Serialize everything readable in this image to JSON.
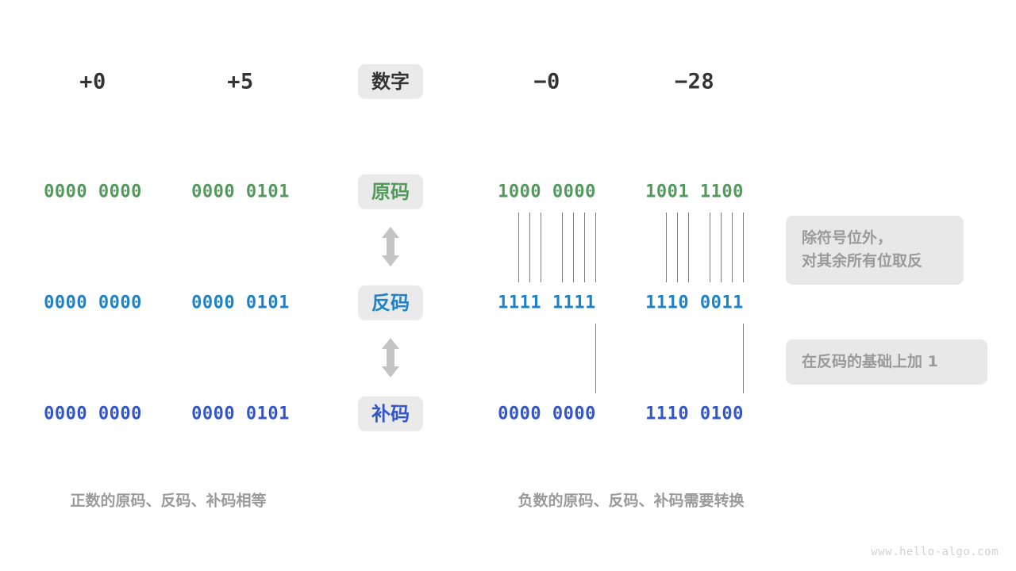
{
  "page": {
    "watermark": "www.hello-algo.com",
    "colors": {
      "green": "#53995C",
      "blue": "#1E82C8",
      "indigo": "#3355CC",
      "badge_bg": "#EAEAEA",
      "note_bg": "#E8E8E8",
      "note_text": "#9A9A9A",
      "header_text": "#333333",
      "line": "#808080"
    }
  },
  "header": {
    "label": "数字",
    "positive": [
      {
        "value": "+0"
      },
      {
        "value": "+5"
      }
    ],
    "negative": [
      {
        "value": "−0"
      },
      {
        "value": "−28"
      }
    ]
  },
  "rows": [
    {
      "key": "sign_magnitude",
      "label": "原码",
      "color_key": "green",
      "positive": [
        "0000 0000",
        "0000 0101"
      ],
      "negative": [
        "1000 0000",
        "1001 1100"
      ]
    },
    {
      "key": "ones_complement",
      "label": "反码",
      "color_key": "blue",
      "positive": [
        "0000 0000",
        "0000 0101"
      ],
      "negative": [
        "1111 1111",
        "1110 0011"
      ]
    },
    {
      "key": "twos_complement",
      "label": "补码",
      "color_key": "indigo",
      "positive": [
        "0000 0000",
        "0000 0101"
      ],
      "negative": [
        "0000 0000",
        "1110 0100"
      ]
    }
  ],
  "notes": [
    {
      "key": "invert_note",
      "text": "除符号位外，\n对其余所有位取反"
    },
    {
      "key": "add_one_note",
      "text": "在反码的基础上加 1"
    }
  ],
  "captions": [
    {
      "key": "positive_caption",
      "text": "正数的原码、反码、补码相等"
    },
    {
      "key": "negative_caption",
      "text": "负数的原码、反码、补码需要转换"
    }
  ],
  "arrows": [
    {
      "key": "arrow-sign-to-ones",
      "name": "double-arrow-icon"
    },
    {
      "key": "arrow-ones-to-twos",
      "name": "double-arrow-icon"
    }
  ]
}
